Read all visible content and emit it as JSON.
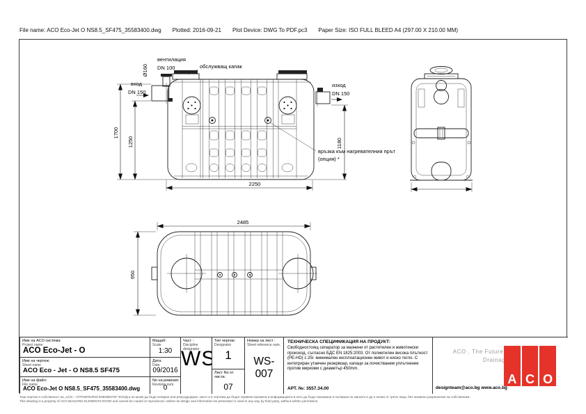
{
  "header": {
    "file": "File name: ACO Eco-Jet O NS8.5_SF475_35583400.dwg",
    "plotted": "Plotted: 2016-09-21",
    "device": "Plot Device: DWG To PDF.pc3",
    "paper": "Paper Size: ISO FULL BLEED A4 (297.00 X 210.00 MM)"
  },
  "drawing": {
    "labels": {
      "vent1": "вентилация",
      "vent2": "DN 100",
      "cover": "обслужващ капак",
      "inlet1": "вход",
      "inlet2": "DN 150",
      "outlet1": "изход",
      "outlet2": "DN 150",
      "vent_dia": "Ø160",
      "heater1": "връзка към нагревателния прът",
      "heater2": "(опция) *"
    },
    "dims": {
      "d1700": "1700",
      "d1250": "1250",
      "d1180": "1180",
      "d2250": "2250",
      "d2485": "2485",
      "d950": "950"
    }
  },
  "title_block": {
    "project": {
      "bg": "Име на ACO система:",
      "en": "Project name",
      "val": "ACO Eco-Jet - O"
    },
    "scale": {
      "bg": "Мащаб:",
      "en": "Scale",
      "val": "1:30"
    },
    "sheet": {
      "bg": "Име на чертеж:",
      "en": "Sheet name",
      "val": "ACO Eco - Jet - O  NS8.5 SF475"
    },
    "date": {
      "bg": "Дата:",
      "en": "Date",
      "val": "09/2016"
    },
    "file": {
      "bg": "Име на файл:",
      "en": "File name",
      "val": "ACO Eco-Jet O NS8.5_SF475_35583400.dwg"
    },
    "revision": {
      "bg": "No на ревизия:",
      "en": "Revision num.",
      "val": "0"
    },
    "discipline": {
      "bg": "Част :",
      "en": "Discipline designator",
      "val": "WS"
    },
    "designator": {
      "bg": "Тип чертеж:",
      "en": "Designator",
      "val": "1"
    },
    "sheet_num": {
      "bg": "Лист No от листа:",
      "val": "07"
    },
    "sheet_ref": {
      "bg": "Номер на лист :",
      "en": "Sheet reference num.",
      "val": "WS-007"
    },
    "spec": {
      "title": "ТЕХНИЧЕСКА СПЕЦИФИКАЦИЯ НА ПРОДУКТ:",
      "body": "Свободностоящ сепаратор за мазнини от растителен и животински произход, съгласно БДС EN 1825:2003. От полиетилен висока плътност (PE-HD) с 25г. минимален експлоатационен живот и ниско тегло. С интегриран утаечен резервоар, капаци за почистванем уплътнение против миризми с диаметър 450mm.",
      "art": "АРТ. №: 3557.34.00"
    },
    "branding": {
      "slogan1": "ACO . The Future of",
      "slogan2": "Drainage.",
      "contacts": "designteam@aco.bg  www.aco.bg",
      "letters": [
        "A",
        "C",
        "O"
      ],
      "logo_color": "#e5332a"
    }
  },
  "footer": {
    "line1": "Този чертеж е собственост на „АСО – СТРОИТЕЛНИ ЕЛЕМЕНТИ\" ЕООД и не може да бъде копиран или репродуциран, както и в чертежа да бъдат правени промени и информацията в него да бъде показвана и ползвана по какъвто и да е начин от трети лица, без писмено разрешение на собственика.",
    "line2": "This drawing is a property of ACO BUILDING ELEMENTS EOOD and cannot be copied or reproduced, neither its design and information be presented or used in any way by third party, without written permission."
  }
}
